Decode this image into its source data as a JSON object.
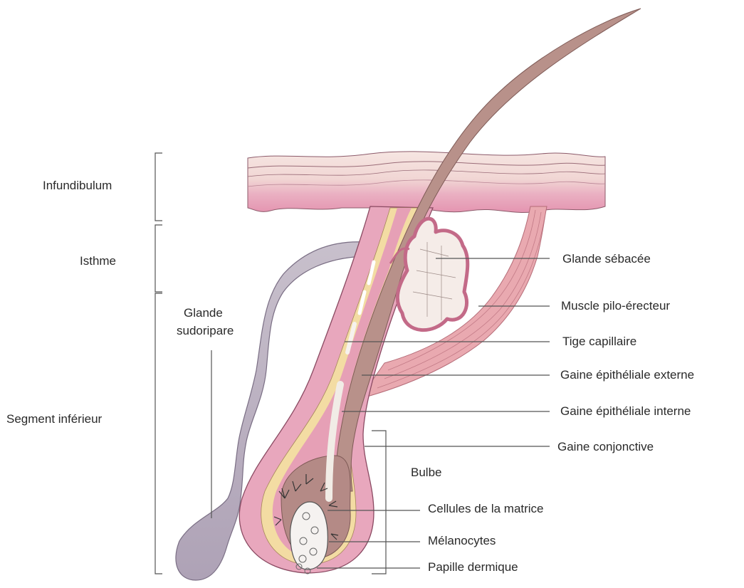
{
  "diagram": {
    "regions": {
      "infundibulum": "Infundibulum",
      "isthme": "Isthme",
      "segment_inferieur": "Segment inférieur"
    },
    "labels": {
      "glande_sudoripare_1": "Glande",
      "glande_sudoripare_2": "sudoripare",
      "glande_sebacee": "Glande sébacée",
      "muscle": "Muscle pilo-érecteur",
      "tige": "Tige capillaire",
      "gaine_externe": "Gaine épithéliale externe",
      "gaine_interne": "Gaine épithéliale interne",
      "gaine_conjonctive": "Gaine conjonctive",
      "bulbe": "Bulbe",
      "matrice": "Cellules de la matrice",
      "melanocytes": "Mélanocytes",
      "papille": "Papille dermique"
    },
    "colors": {
      "skin_pink": "#e9a3b9",
      "skin_light": "#f4dfe0",
      "hair_shaft": "#b58a86",
      "inner_sheath": "#f2dc9c",
      "gland_grey": "#b8aec0",
      "muscle": "#e8a2ab",
      "leader": "#555555"
    }
  }
}
